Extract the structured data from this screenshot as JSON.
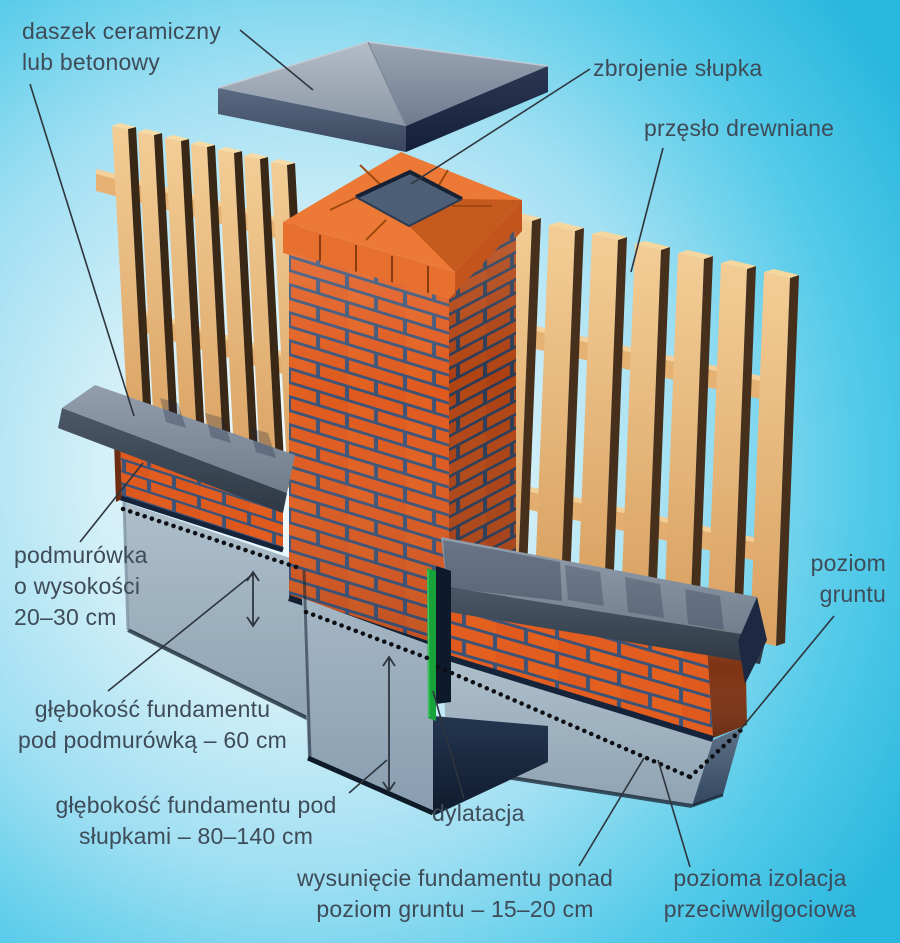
{
  "labels": {
    "daszek": {
      "line1": "daszek ceramiczny",
      "line2": "lub betonowy"
    },
    "zbrojenie": {
      "text": "zbrojenie słupka"
    },
    "przeslo": {
      "text": "przęsło drewniane"
    },
    "podmurowka": {
      "line1": "podmurówka",
      "line2": "o wysokości",
      "line3": "20–30 cm"
    },
    "poziom_gruntu": {
      "line1": "poziom",
      "line2": "gruntu"
    },
    "glebokosc_podmurowka": {
      "line1": "głębokość fundamentu",
      "line2": "pod podmurówką – 60 cm"
    },
    "glebokosc_slupki": {
      "line1": "głębokość fundamentu pod",
      "line2": "słupkami – 80–140 cm"
    },
    "dylatacja": {
      "text": "dylatacja"
    },
    "wysuniecie": {
      "line1": "wysunięcie fundamentu ponad",
      "line2": "poziom gruntu – 15–20 cm"
    },
    "izolacja": {
      "line1": "pozioma izolacja",
      "line2": "przeciwwilgociowa"
    }
  },
  "colors": {
    "sky_center": "#f4fbfd",
    "sky_edge": "#28b7de",
    "brick": "#e05a1e",
    "brick_dark_face": "#b04413",
    "mortar": "#3d5376",
    "concrete_cap": "#8d99a6",
    "foundation": "#a7b8c6",
    "wood": "#eebc80",
    "expansion_joint": "#17a23a",
    "insulation_dots": "#0c0f13",
    "label_text": "#3e4b58",
    "leader_line": "#2e353d"
  }
}
